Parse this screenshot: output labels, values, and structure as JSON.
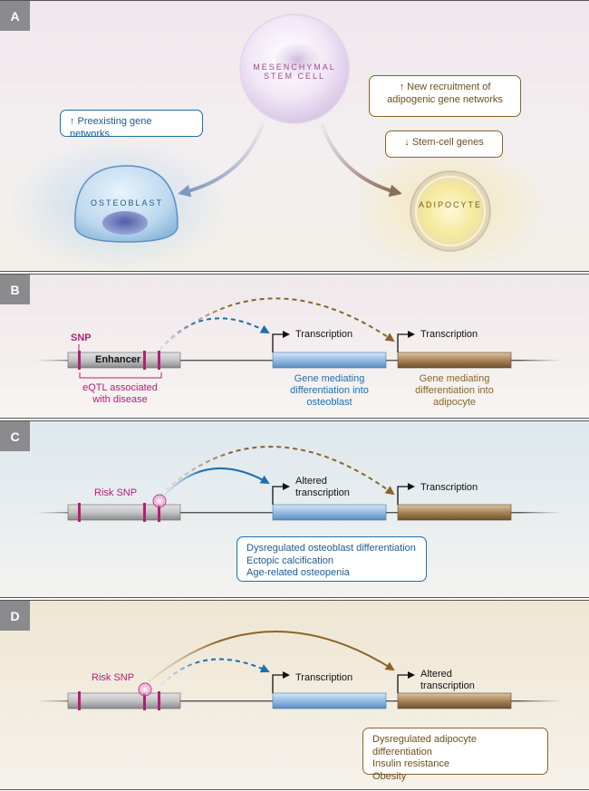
{
  "panels": {
    "a": {
      "label": "A",
      "mesenchymal_line1": "MESENCHYMAL",
      "mesenchymal_line2": "STEM CELL",
      "osteoblast": "OSTEOBLAST",
      "adipocyte": "ADIPOCYTE",
      "box_osteo": "↑ Preexisting gene networks",
      "box_adipo_line1": "↑ New recruitment of",
      "box_adipo_line2": "adipogenic gene networks",
      "box_stem": "↓ Stem-cell genes"
    },
    "b": {
      "label": "B",
      "snp": "SNP",
      "enhancer": "Enhancer",
      "eqtl_line1": "eQTL associated",
      "eqtl_line2": "with disease",
      "transcription_1": "Transcription",
      "transcription_2": "Transcription",
      "gene_osteo_line1": "Gene mediating",
      "gene_osteo_line2": "differentiation into",
      "gene_osteo_line3": "osteoblast",
      "gene_adipo_line1": "Gene mediating",
      "gene_adipo_line2": "differentiation into",
      "gene_adipo_line3": "adipocyte"
    },
    "c": {
      "label": "C",
      "risk_snp": "Risk SNP",
      "altered_line1": "Altered",
      "altered_line2": "transcription",
      "transcription": "Transcription",
      "effects": [
        "Dysregulated osteoblast differentiation",
        "Ectopic calcification",
        "Age-related osteopenia"
      ]
    },
    "d": {
      "label": "D",
      "risk_snp": "Risk SNP",
      "transcription": "Transcription",
      "altered_line1": "Altered",
      "altered_line2": "transcription",
      "effects": [
        "Dysregulated adipocyte differentiation",
        "Insulin resistance",
        "Obesity"
      ]
    }
  },
  "colors": {
    "magenta": "#b21f75",
    "osteo_blue": "#1d6fae",
    "adipo_brown": "#8a6428",
    "gene_blue": "#8fb6dd",
    "gene_brown": "#a98457"
  }
}
